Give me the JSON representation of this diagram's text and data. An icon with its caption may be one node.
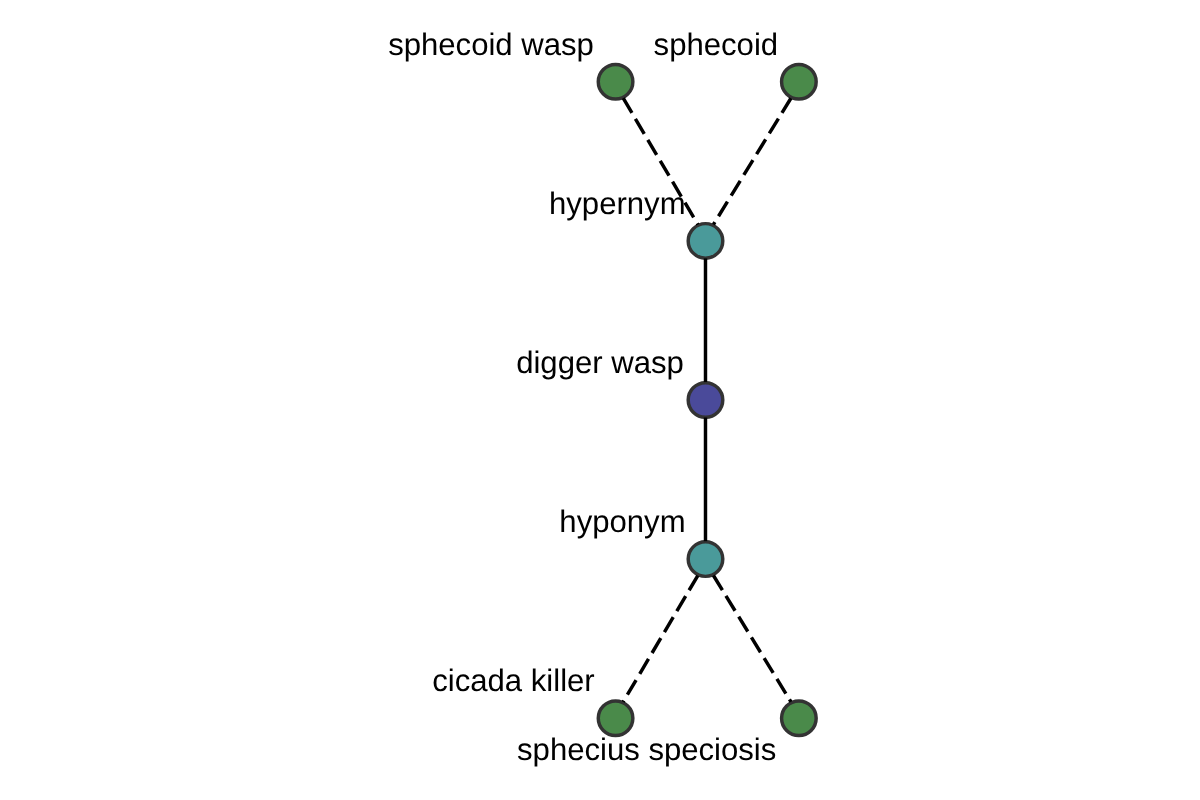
{
  "diagram": {
    "nodes": [
      {
        "text": [
          "sphecoid wasp"
        ]
      },
      {
        "text": [
          "sphecoid"
        ]
      },
      {
        "text": [
          "hypernym"
        ]
      },
      {
        "text": [
          "digger wasp"
        ]
      },
      {
        "text": [
          "hyponym"
        ]
      },
      {
        "text": [
          "cicada killer"
        ]
      },
      {
        "text": [
          "sphecius speciosis"
        ]
      }
    ],
    "edges": [
      {
        "from": 0,
        "to": 2,
        "arrow": "none",
        "style": "dashed"
      },
      {
        "from": 1,
        "to": 2,
        "arrow": "none",
        "style": "dashed"
      },
      {
        "from": 2,
        "to": 3,
        "arrow": "none"
      },
      {
        "from": 3,
        "to": 4,
        "arrow": "none"
      },
      {
        "from": 4,
        "to": 5,
        "arrow": "none",
        "style": "dashed"
      },
      {
        "from": 4,
        "to": 6,
        "arrow": "none",
        "style": "dashed"
      }
    ]
  }
}
